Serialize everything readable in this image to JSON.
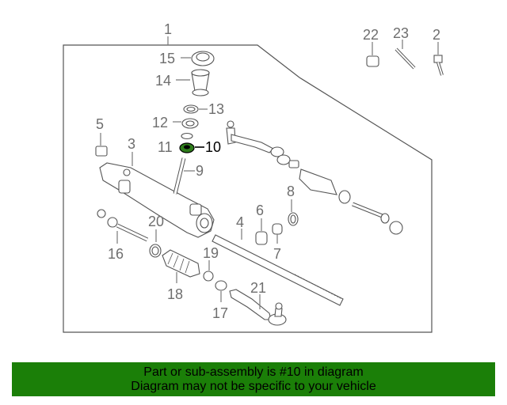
{
  "diagram": {
    "assembly_callout": "1",
    "callouts": [
      {
        "id": "c22",
        "label": "22"
      },
      {
        "id": "c23",
        "label": "23"
      },
      {
        "id": "c2",
        "label": "2"
      },
      {
        "id": "c15",
        "label": "15"
      },
      {
        "id": "c14",
        "label": "14"
      },
      {
        "id": "c13",
        "label": "13"
      },
      {
        "id": "c12",
        "label": "12"
      },
      {
        "id": "c11",
        "label": "11"
      },
      {
        "id": "c10",
        "label": "10",
        "highlighted": true
      },
      {
        "id": "c5",
        "label": "5"
      },
      {
        "id": "c3",
        "label": "3"
      },
      {
        "id": "c9",
        "label": "9"
      },
      {
        "id": "c8",
        "label": "8"
      },
      {
        "id": "c6",
        "label": "6"
      },
      {
        "id": "c4",
        "label": "4"
      },
      {
        "id": "c7",
        "label": "7"
      },
      {
        "id": "c20",
        "label": "20"
      },
      {
        "id": "c16",
        "label": "16"
      },
      {
        "id": "c19",
        "label": "19"
      },
      {
        "id": "c18",
        "label": "18"
      },
      {
        "id": "c21",
        "label": "21"
      },
      {
        "id": "c17",
        "label": "17"
      }
    ],
    "highlight_color": "#2e7d1a"
  },
  "banner": {
    "line1": "Part or sub-assembly is #10 in diagram",
    "line2": "Diagram may not be specific to your vehicle",
    "background": "#1b7f08"
  }
}
